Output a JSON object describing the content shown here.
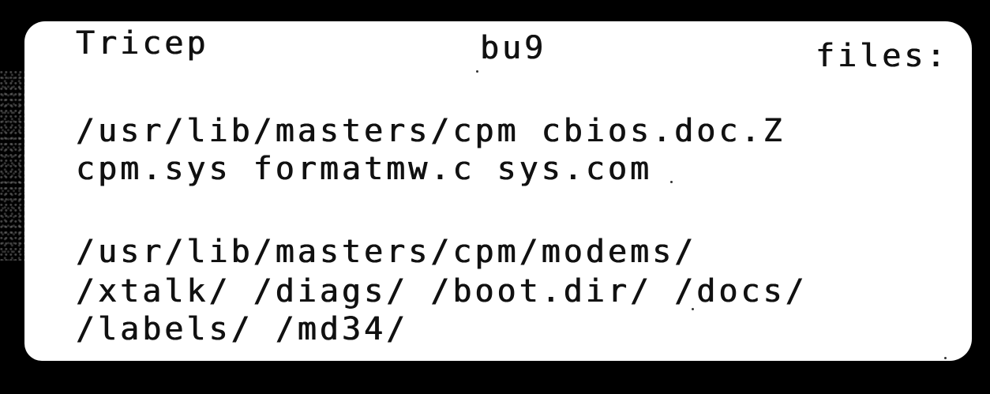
{
  "header": {
    "left": "Tricep",
    "center": "bu9",
    "right": "files:"
  },
  "listing": {
    "line1": "/usr/lib/masters/cpm cbios.doc.Z",
    "line2": "cpm.sys formatmw.c sys.com",
    "line3": "/usr/lib/masters/cpm/modems/",
    "line4": "/xtalk/ /diags/ /boot.dir/ /docs/",
    "line5": "/labels/ /md34/"
  }
}
